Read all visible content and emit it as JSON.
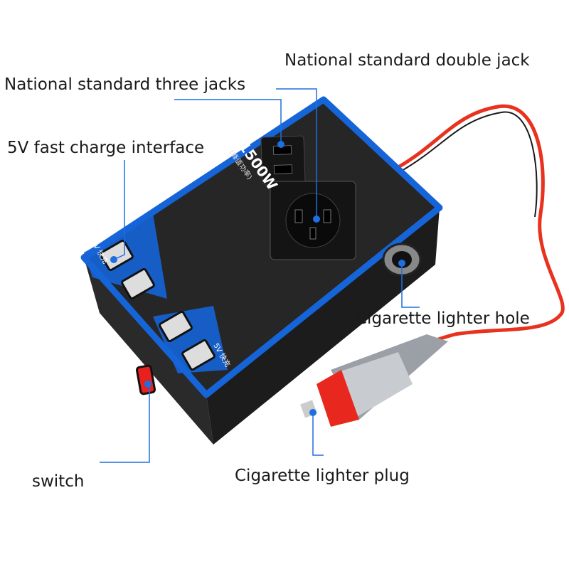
{
  "labels": {
    "double_jack": "National standard double jack",
    "three_jacks": "National standard three jacks",
    "usb": "5V fast charge interface",
    "lighter_hole": "Cigarette lighter hole",
    "lighter_plug": "Cigarette lighter plug",
    "switch": "switch"
  },
  "device": {
    "power": "1500W",
    "power_note": "(峰值功率)",
    "usb_tag": "5V 快充"
  },
  "colors": {
    "callout": "#1e6fe0",
    "device_border": "#1565d8",
    "body": "#222222",
    "cable": "#e8321e"
  }
}
